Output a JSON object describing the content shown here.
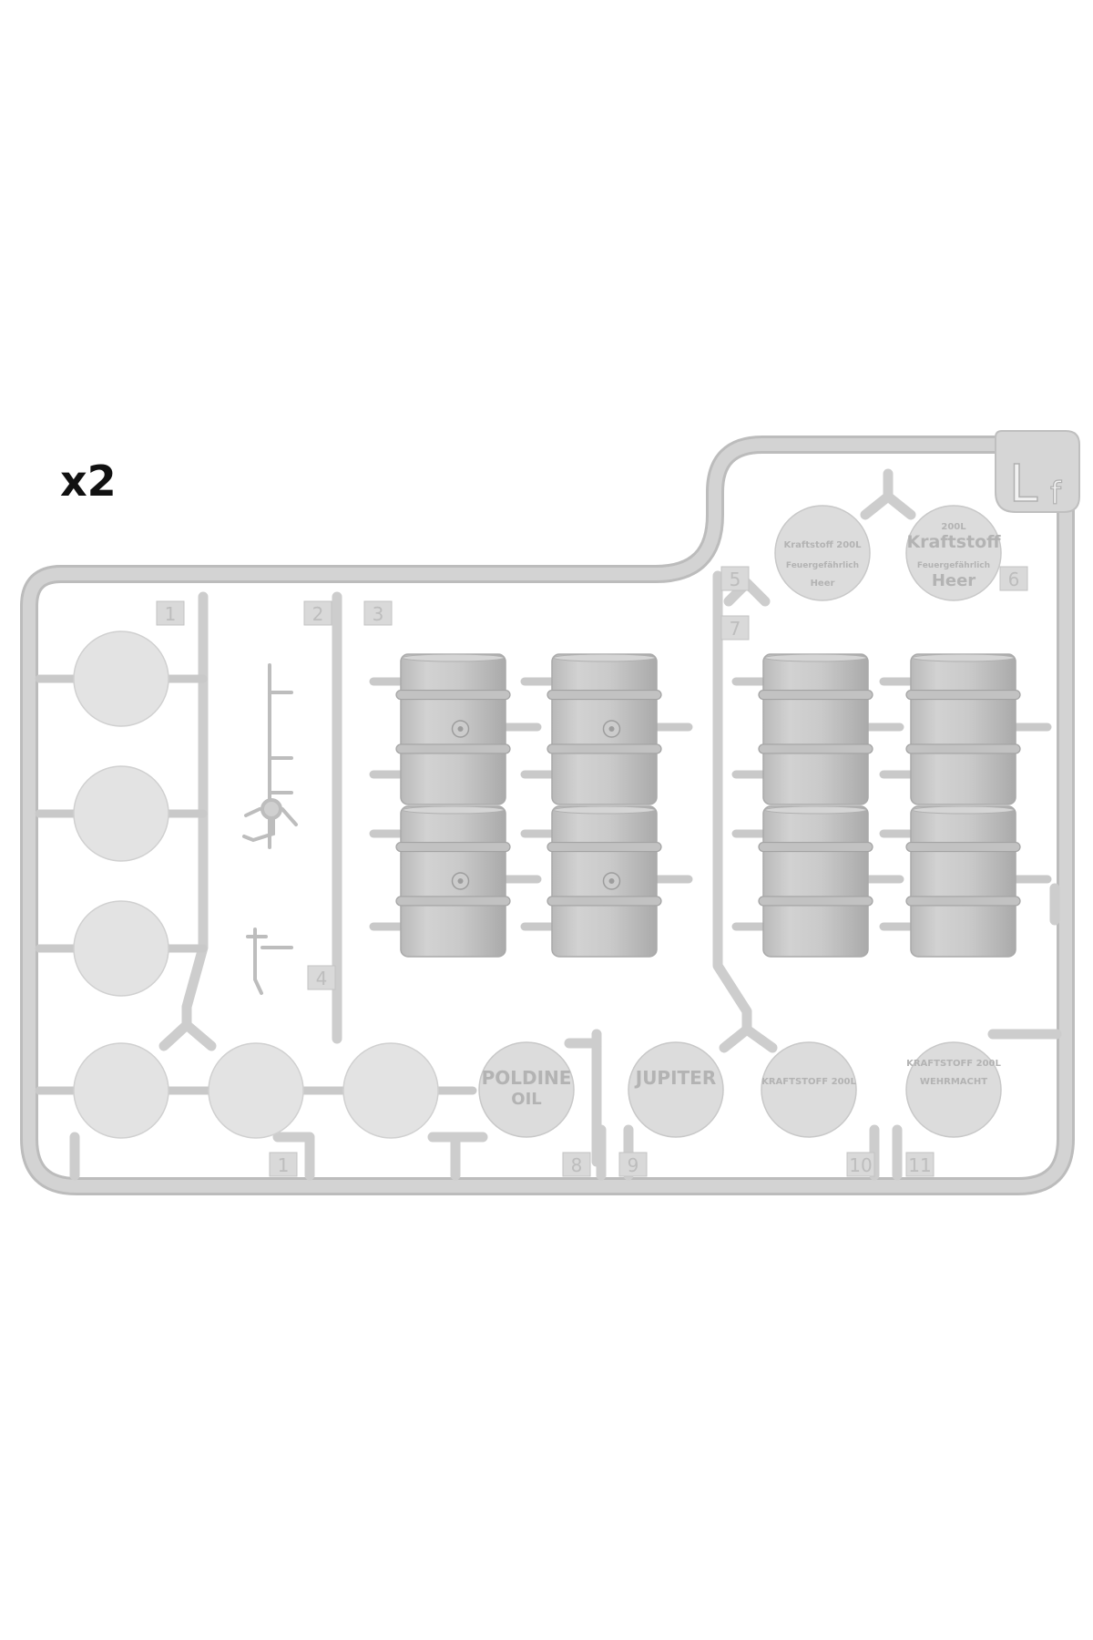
{
  "header": {
    "quantity": "x2"
  },
  "sprue": {
    "id_major": "L",
    "id_minor": "f",
    "colors": {
      "frame": "#cdcdcd",
      "frame_edge": "#b9b9b9",
      "part": "#c8c8c8",
      "disc": "#e3e3e3",
      "tag": "#d9d9d9"
    },
    "part_numbers": [
      "1",
      "2",
      "3",
      "4",
      "5",
      "6",
      "7",
      "8",
      "9",
      "10",
      "11",
      "1"
    ],
    "decals": [
      {
        "top": "",
        "main": "Kraftstoff 200L",
        "sub": "Feuergefährlich",
        "bottom": "Heer"
      },
      {
        "top": "200L",
        "main": "Kraftstoff",
        "sub": "Feuergefährlich",
        "bottom": "Heer"
      },
      {
        "top": "",
        "main": "POLDINE",
        "sub": "OIL",
        "bottom": ""
      },
      {
        "top": "",
        "main": "JUPITER",
        "sub": "",
        "bottom": ""
      },
      {
        "top": "",
        "main": "KRAFTSTOFF 200L",
        "sub": "",
        "bottom": ""
      },
      {
        "top": "KRAFTSTOFF 200L",
        "main": "WEHRMACHT",
        "sub": "",
        "bottom": ""
      }
    ]
  }
}
